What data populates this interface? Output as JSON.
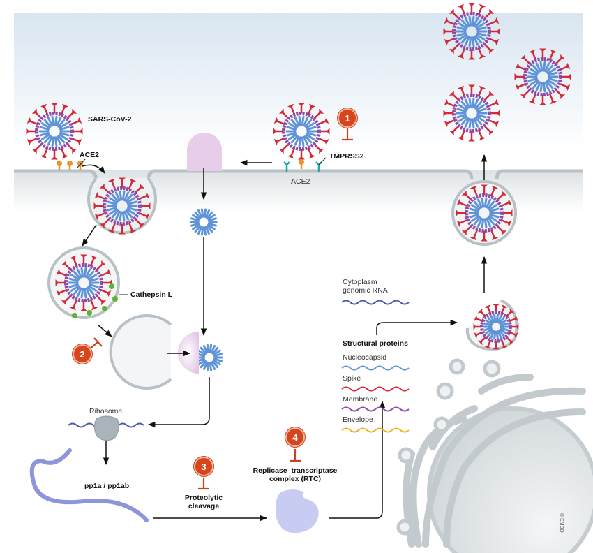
{
  "figure": {
    "title": "SARS-CoV-2 entry and replication cycle with inhibitor targets",
    "colors": {
      "spike": "#d42a35",
      "membrane_protein": "#8e4aa8",
      "nucleocapsid": "#5f93d8",
      "envelope": "#f2b21b",
      "ace2": "#f0922a",
      "tmprss2": "#1fa9a6",
      "cathepsin": "#5db42f",
      "badge": "#d5461e",
      "cell_membrane": "#b9c2c6",
      "extracellular": "#dde8f2",
      "ribosome": "#a7b2b8",
      "polyprotein": "#8b93d6",
      "rtc": "#c5c9f0"
    }
  },
  "labels": {
    "virus": "SARS-CoV-2",
    "ace2_left": "ACE2",
    "ace2_center": "ACE2",
    "tmprss2": "TMPRSS2",
    "cathepsin": "Cathepsin L",
    "ribosome": "Ribosome",
    "polyprotein": "pp1a / pp1ab",
    "proteolytic": [
      "Proteolytic",
      "cleavage"
    ],
    "rtc": [
      "Replicase–transcriptase",
      "complex (RTC)"
    ],
    "genomic_rna": [
      "Cytoplasm",
      "genomic RNA"
    ],
    "copyright": "© EMBO"
  },
  "legend": {
    "title": "Structural proteins",
    "items": [
      {
        "label": "Nucleocapsid",
        "color": "#5f93d8"
      },
      {
        "label": "Spike",
        "color": "#d42a35"
      },
      {
        "label": "Membrane",
        "color": "#8e4aa8"
      },
      {
        "label": "Envelope",
        "color": "#f2b21b"
      }
    ]
  },
  "inhibitors": [
    {
      "number": "1",
      "target": "TMPRSS2"
    },
    {
      "number": "2",
      "target": "Cathepsin L"
    },
    {
      "number": "3",
      "target": "Proteolytic cleavage"
    },
    {
      "number": "4",
      "target": "Replicase–transcriptase complex (RTC)"
    }
  ]
}
